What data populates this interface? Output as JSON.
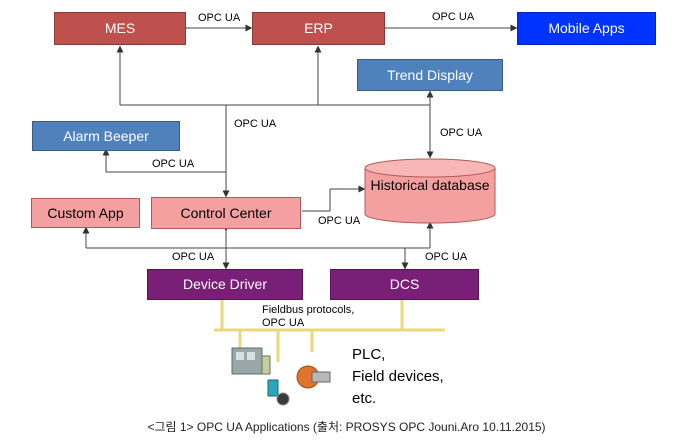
{
  "nodes": {
    "mes": "MES",
    "erp": "ERP",
    "mobile_apps": "Mobile Apps",
    "trend_display": "Trend Display",
    "alarm_beeper": "Alarm Beeper",
    "custom_app": "Custom App",
    "control_center": "Control Center",
    "historical_db": "Historical database",
    "device_driver": "Device Driver",
    "dcs": "DCS"
  },
  "labels": {
    "opc_ua": "OPC UA",
    "fieldbus": "Fieldbus protocols,"
  },
  "plc": {
    "line1": "PLC,",
    "line2": "Field devices,",
    "line3": "etc."
  },
  "caption": "<그림 1> OPC UA Applications (출처: PROSYS OPC Jouni.Aro 10.11.2015)",
  "colors": {
    "red_box": "#c0504d",
    "blue_box": "#4f81bd",
    "mobile_box": "#0033ff",
    "pink_box": "#f5a0a0",
    "purple_box": "#7a1f78",
    "bus": "#e8d97a"
  }
}
